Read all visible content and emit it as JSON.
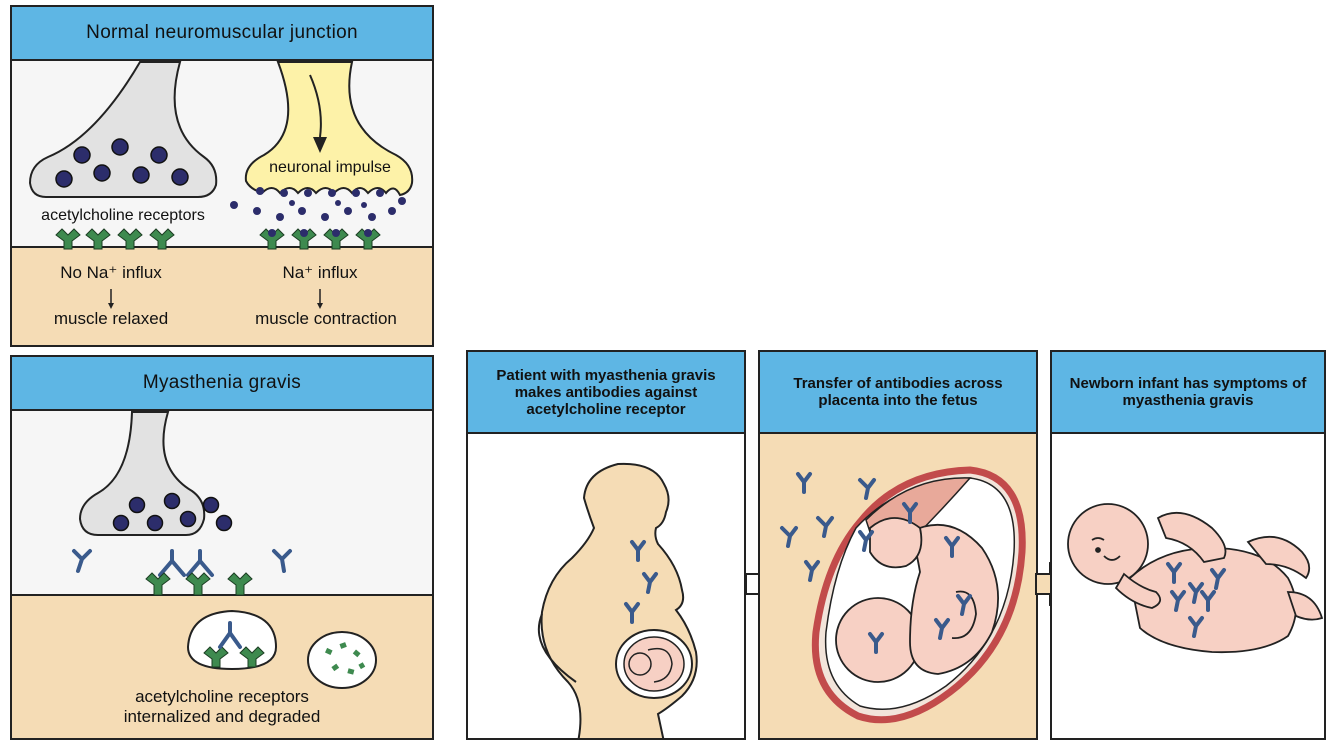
{
  "colors": {
    "header": "#5eb6e4",
    "muscle": "#f5dcb5",
    "neuron_gray": "#e2e2e2",
    "neuron_yellow": "#fdf2a8",
    "vesicle": "#2c2d6b",
    "receptor": "#3e8a4f",
    "antibody": "#3a5a8c",
    "skin": "#f7d0c4",
    "uterus": "#d46a6a"
  },
  "panel_normal": {
    "title": "Normal neuromuscular junction",
    "neuronal_impulse": "neuronal impulse",
    "receptors_label": "acetylcholine receptors",
    "left_influx": "No Na⁺ influx",
    "left_result": "muscle relaxed",
    "right_influx": "Na⁺ influx",
    "right_result": "muscle contraction"
  },
  "panel_mg": {
    "title": "Myasthenia gravis",
    "caption_line1": "acetylcholine receptors",
    "caption_line2": "internalized and degraded"
  },
  "panel_patient": {
    "title": "Patient with myasthenia gravis makes antibodies against acetylcholine receptor"
  },
  "panel_transfer": {
    "title": "Transfer of antibodies across placenta into the fetus"
  },
  "panel_newborn": {
    "title": "Newborn infant has symptoms of myasthenia gravis"
  },
  "icons": [
    "neuron-terminal",
    "vesicle",
    "receptor",
    "antibody",
    "arrow-right-icon"
  ]
}
